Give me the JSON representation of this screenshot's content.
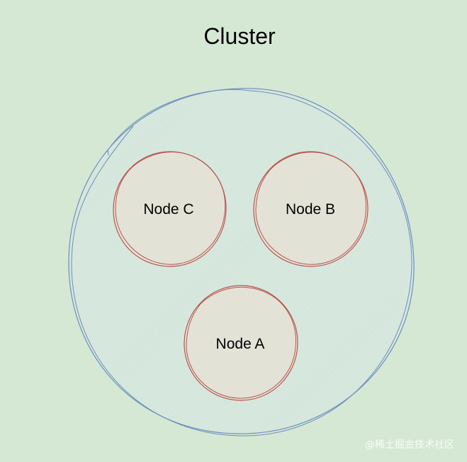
{
  "diagram": {
    "title": "Cluster",
    "nodes": [
      {
        "id": "node-c",
        "label": "Node C"
      },
      {
        "id": "node-b",
        "label": "Node B"
      },
      {
        "id": "node-a",
        "label": "Node A"
      }
    ]
  },
  "watermark": {
    "text": "@稀土掘金技术社区"
  },
  "colors": {
    "background": "#d5e8d4",
    "cluster_fill": "#d6e8dd",
    "cluster_stroke": "#6c8ebf",
    "node_fill": "#e2e3d6",
    "node_stroke": "#b85450",
    "text": "#000000"
  }
}
